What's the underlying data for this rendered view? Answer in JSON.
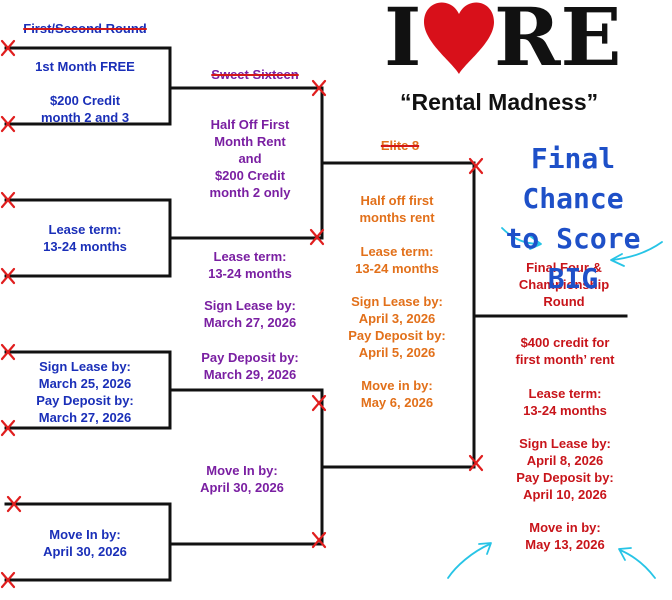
{
  "header": {
    "logo_letter_i": "I",
    "logo_letters_re": "RE",
    "subtitle": "“Rental Madness”",
    "final_chance": "Final Chance\nto Score BIG"
  },
  "round_labels": {
    "first_second": "First/Second Round",
    "sweet_sixteen": "Sweet Sixteen",
    "elite_8": "Elite 8",
    "final_four": "Final Four &\nChampionship\nRound"
  },
  "first_round": {
    "offer_1": "1st Month FREE\n\n$200 Credit\nmonth 2 and 3",
    "offer_2": "Lease term:\n13-24 months",
    "offer_3": "Sign Lease by:\nMarch 25, 2026\nPay Deposit by:\nMarch 27, 2026",
    "offer_4": "Move In by:\nApril 30, 2026"
  },
  "sweet_sixteen": {
    "offer": "Half Off First\nMonth Rent\nand\n$200 Credit\nmonth 2 only",
    "lease_term": "Lease term:\n13-24 months",
    "sign_lease": "Sign Lease by:\nMarch 27, 2026",
    "pay_deposit": "Pay Deposit by:\nMarch 29, 2026",
    "move_in": "Move In by:\nApril 30, 2026"
  },
  "elite_8": {
    "offer": "Half off first\nmonths rent",
    "lease_term": "Lease term:\n13-24 months",
    "sign_pay": "Sign Lease by:\nApril 3, 2026\nPay Deposit by:\nApril 5, 2026",
    "move_in": "Move in by:\nMay 6, 2026"
  },
  "final_four": {
    "offer": "$400 credit for\nfirst month’ rent",
    "lease_term": "Lease term:\n13-24 months",
    "sign_pay": "Sign Lease by:\nApril 8, 2026\nPay Deposit by:\nApril 10, 2026",
    "move_in": "Move in by:\nMay 13, 2026"
  },
  "colors": {
    "first_round_text": "#1a2fb8",
    "sweet_sixteen_text": "#7a1fa2",
    "elite_8_text": "#e2701a",
    "final_four_text": "#c8141a",
    "x_marks": "#e01e1e",
    "heart": "#d8101a",
    "arrows": "#27c4e6",
    "bracket_lines": "#111111"
  },
  "icons": [
    "heart-icon",
    "x-mark-icon",
    "arrow-icon"
  ]
}
